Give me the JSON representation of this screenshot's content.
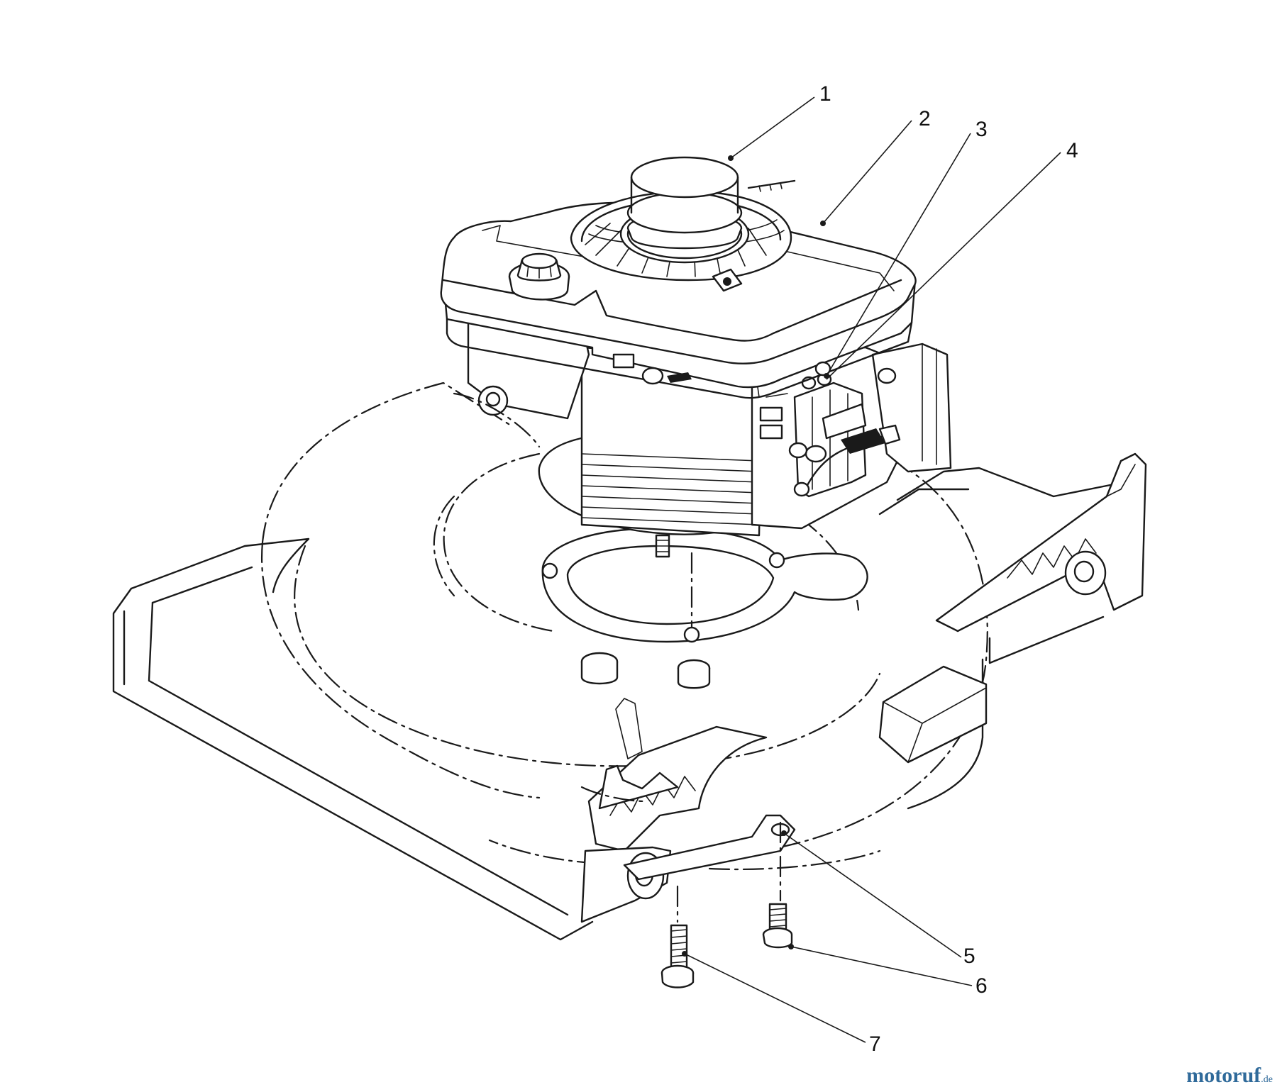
{
  "diagram": {
    "labels": [
      {
        "id": "1",
        "text": "1"
      },
      {
        "id": "2",
        "text": "2"
      },
      {
        "id": "3",
        "text": "3"
      },
      {
        "id": "4",
        "text": "4"
      },
      {
        "id": "5",
        "text": "5"
      },
      {
        "id": "6",
        "text": "6"
      },
      {
        "id": "7",
        "text": "7"
      }
    ]
  },
  "watermark": {
    "main": "motoruf",
    "tld": ".de"
  }
}
